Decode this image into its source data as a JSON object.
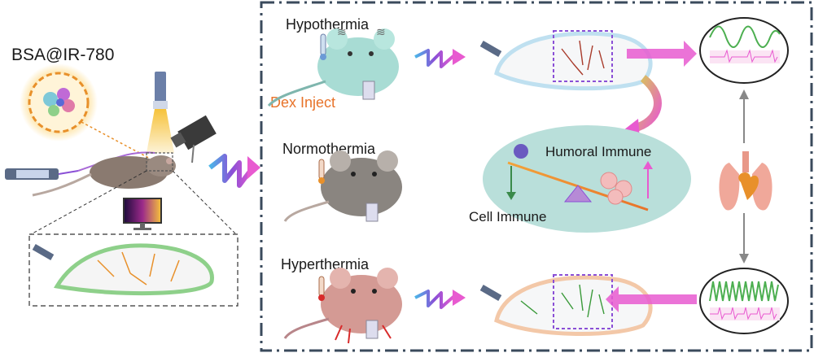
{
  "left_panel": {
    "probe_label": "BSA@IR-780"
  },
  "right_panel": {
    "rows": [
      {
        "label": "Hypothermia",
        "sub_label": "Dex Inject"
      },
      {
        "label": "Normothermia"
      },
      {
        "label": "Hyperthermia"
      }
    ],
    "balance": {
      "up_label": "Humoral Immune",
      "down_label": "Cell Immune"
    }
  },
  "colors": {
    "frame_border": "#3a4a5c",
    "mouse_cold": "#a8dcd4",
    "mouse_normal": "#8a8580",
    "mouse_hot": "#d49a94",
    "balance_bg": "#b9dfda",
    "accent_pink": "#e85ad0",
    "accent_purple": "#8a4fd6",
    "accent_green": "#4caf50",
    "accent_orange": "#e8732a"
  }
}
